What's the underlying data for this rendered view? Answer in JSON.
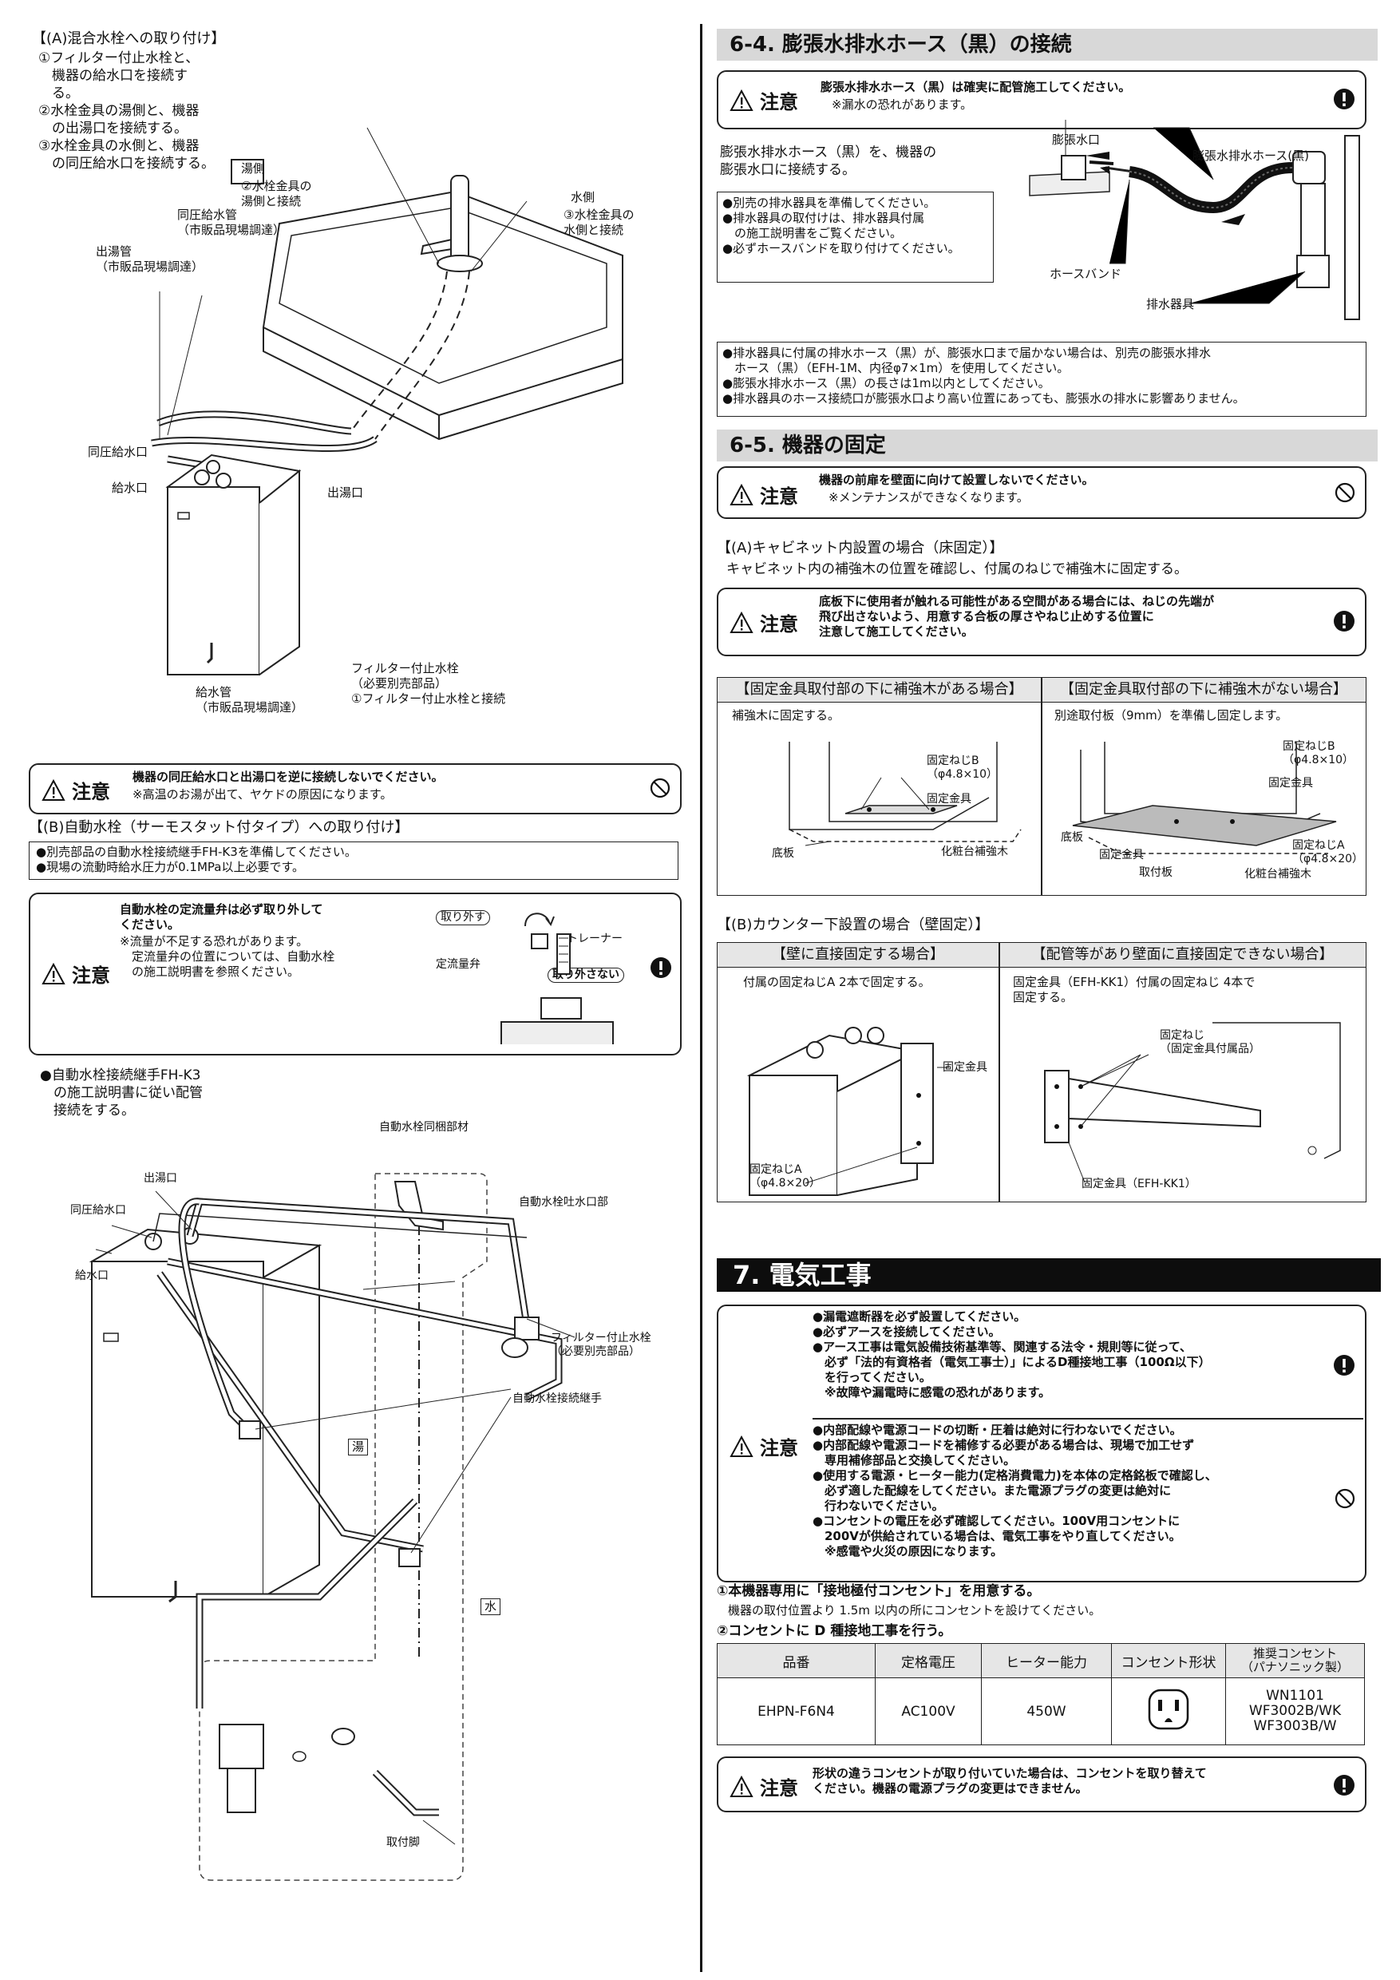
{
  "left": {
    "a_title": "【(A)混合水栓への取り付け】",
    "a_steps": "①フィルター付止水栓と、\n　機器の給水口を接続す\n　る。\n②水栓金具の湯側と、機器\n　の出湯口を接続する。\n③水栓金具の水側と、機器\n　の同圧給水口を接続する。",
    "fig_a": {
      "yu": "湯側",
      "yu_note": "②水栓金具の\n湯側と接続",
      "mizu": "水側",
      "mizu_note": "③水栓金具の\n水側と接続",
      "douatsu_pipe": "同圧給水管\n（市販品現場調達）",
      "deyu_pipe": "出湯管\n（市販品現場調達）",
      "douatsu_port": "同圧給水口",
      "kyusui_port": "給水口",
      "deyu_port": "出湯口",
      "filter": "フィルター付止水栓\n（必要別売部品）\n①フィルター付止水栓と接続",
      "kyusui_pipe": "給水管\n（市販品現場調達）"
    },
    "caution1": {
      "label": "注意",
      "main": "機器の同圧給水口と出湯口を逆に接続しないでください。",
      "sub": "※高温のお湯が出て、ヤケドの原因になります。"
    },
    "b_title": "【(B)自動水栓（サーモスタット付タイプ）への取り付け】",
    "b_notes": "●別売部品の自動水栓接続継手FH-K3を準備してください。\n●現場の流動時給水圧力が0.1MPa以上必要です。",
    "caution2": {
      "label": "注意",
      "main": "自動水栓の定流量弁は必ず取り外して\nください。",
      "sub": "※流量が不足する恐れがあります。\n　定流量弁の位置については、自動水栓\n　の施工説明書を参照ください。",
      "toriha": "取り外す",
      "strainer": "ストレーナー",
      "teiryu": "定流量弁",
      "notoriha": "取り外さない"
    },
    "b_follow": "●自動水栓接続継手FH-K3\n　の施工説明書に従い配管\n　接続をする。",
    "fig_b": {
      "dougai": "自動水栓同梱部材",
      "toshutsu": "自動水栓吐水口部",
      "deyu_port": "出湯口",
      "douatsu_port": "同圧給水口",
      "kyusui_port": "給水口",
      "filter": "フィルター付止水栓\n（必要別売部品）",
      "tsugite": "自動水栓接続継手",
      "yu_tag": "湯",
      "mizu_tag": "水",
      "toritsuke": "取付脚"
    }
  },
  "right": {
    "s64_title": "6-4. 膨張水排水ホース（黒）の接続",
    "s64_caution": {
      "label": "注意",
      "main": "膨張水排水ホース（黒）は確実に配管施工してください。",
      "sub": "※漏水の恐れがあります。"
    },
    "s64_text": "膨張水排水ホース（黒）を、機器の\n膨張水口に接続する。",
    "s64_notes": "●別売の排水器具を準備してください。\n●排水器具の取付けは、排水器具付属\n　の施工説明書をご覧ください。\n●必ずホースバンドを取り付けてください。",
    "s64_fig": {
      "inlet": "膨張水口",
      "hose": "膨張水排水ホース(黒)",
      "band": "ホースバンド",
      "drain": "排水器具"
    },
    "s64_box": "●排水器具に付属の排水ホース（黒）が、膨張水口まで届かない場合は、別売の膨張水排水\n　ホース（黒）（EFH-1M、内径φ7×1m）を使用してください。\n●膨張水排水ホース（黒）の長さは1m以内としてください。\n●排水器具のホース接続口が膨張水口より高い位置にあっても、膨張水の排水に影響ありません。",
    "s65_title": "6-5. 機器の固定",
    "s65_caution": {
      "label": "注意",
      "main": "機器の前扉を壁面に向けて設置しないでください。",
      "sub": "※メンテナンスができなくなります。"
    },
    "a_title": "【(A)キャビネット内設置の場合（床固定）】",
    "a_text": "キャビネット内の補強木の位置を確認し、付属のねじで補強木に固定する。",
    "a_caution": {
      "label": "注意",
      "main": "底板下に使用者が触れる可能性がある空間がある場合には、ねじの先端が\n飛び出さないよう、用意する合板の厚さやねじ止めする位置に\n注意して施工してください。"
    },
    "a_table": {
      "h1": "【固定金具取付部の下に補強木がある場合】",
      "h2": "【固定金具取付部の下に補強木がない場合】",
      "c1": "補強木に固定する。",
      "c2": "別途取付板（9mm）を準備し固定します。",
      "neji_b": "固定ねじB\n（φ4.8×10）",
      "kanagu": "固定金具",
      "sokoita": "底板",
      "hokyo": "化粧台補強木",
      "neji_a": "固定ねじA\n（φ4.8×20）",
      "toritsukeita": "取付板"
    },
    "b_title": "【(B)カウンター下設置の場合（壁固定）】",
    "b_table": {
      "h1": "【壁に直接固定する場合】",
      "h2": "【配管等があり壁面に直接固定できない場合】",
      "c1": "付属の固定ねじA 2本で固定する。",
      "c2": "固定金具（EFH-KK1）付属の固定ねじ 4本で\n固定する。",
      "kanagu": "固定金具",
      "neji_a": "固定ねじA\n（φ4.8×20）",
      "neji": "固定ねじ\n（固定金具付属品）",
      "kk1": "固定金具（EFH-KK1）"
    },
    "s7_title": "7. 電気工事",
    "s7_caution": {
      "label": "注意",
      "group1": "●漏電遮断器を必ず設置してください。\n●必ずアースを接続してください。\n●アース工事は電気設備技術基準等、関連する法令・規則等に従って、\n　必ず「法的有資格者（電気工事士）」によるD種接地工事（100Ω以下）\n　を行ってください。\n　※故障や漏電時に感電の恐れがあります。",
      "group2": "●内部配線や電源コードの切断・圧着は絶対に行わないでください。\n●内部配線や電源コードを補修する必要がある場合は、現場で加工せず\n　専用補修部品と交換してください。\n●使用する電源・ヒーター能力(定格消費電力)を本体の定格銘板で確認し、\n　必ず適した配線をしてください。また電源プラグの変更は絶対に\n　行わないでください。\n●コンセントの電圧を必ず確認してください。100V用コンセントに\n　200Vが供給されている場合は、電気工事をやり直してください。\n　※感電や火災の原因になります。"
    },
    "s7_step1": "①本機器専用に「接地極付コンセント」を用意する。",
    "s7_step1_sub": "機器の取付位置より 1.5m 以内の所にコンセントを設けてください。",
    "s7_step2": "②コンセントに D 種接地工事を行う。",
    "spec_table": {
      "headers": [
        "品番",
        "定格電圧",
        "ヒーター能力",
        "コンセント形状",
        "推奨コンセント\n（パナソニック製）"
      ],
      "row": [
        "EHPN-F6N4",
        "AC100V",
        "450W",
        "",
        "WN1101\nWF3002B/WK\nWF3003B/W"
      ]
    },
    "last_caution": {
      "label": "注意",
      "main": "形状の違うコンセントが取り付いていた場合は、コンセントを取り替えて\nください。機器の電源プラグの変更はできません。"
    }
  }
}
